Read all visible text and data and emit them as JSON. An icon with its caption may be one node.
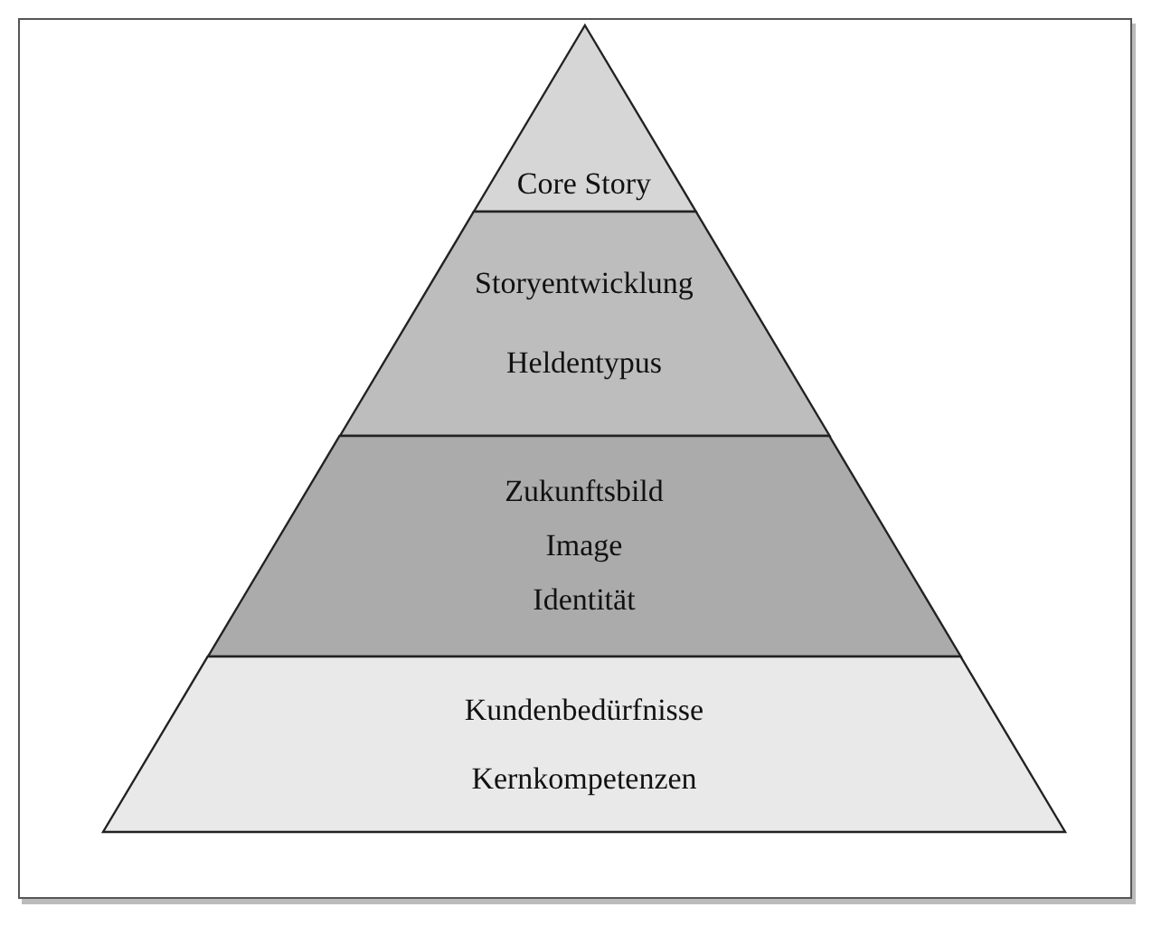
{
  "diagram": {
    "nodes": [
      {
        "text": [
          "Core Story"
        ]
      },
      {
        "text": [
          "Storyentwicklung",
          "Heldentypus"
        ]
      },
      {
        "text": [
          "Zukunftsbild",
          "Image",
          "Identität"
        ]
      },
      {
        "text": [
          "Kundenbedürfnisse",
          "Kernkompetenzen"
        ]
      }
    ]
  }
}
